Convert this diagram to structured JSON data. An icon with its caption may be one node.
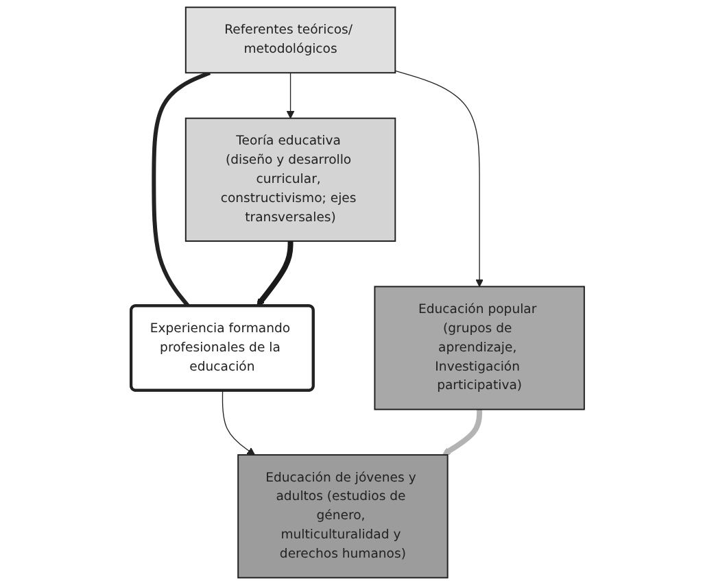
{
  "diagram": {
    "nodes": [
      {
        "text": [
          "Referentes teóricos/ metodológicos"
        ]
      },
      {
        "text": [
          "Teoría educativa (diseño y desarrollo curricular, constructivismo; ejes transversales)"
        ]
      },
      {
        "text": [
          "Experiencia formando profesionales de la educación"
        ]
      },
      {
        "text": [
          "Educación popular (grupos de aprendizaje, Investigación participativa)"
        ]
      },
      {
        "text": [
          "Educación de jóvenes y adultos (estudios de género, multiculturalidad y derechos humanos)"
        ]
      }
    ],
    "edges": [
      {
        "from": 0,
        "to": 1,
        "arrow": "to"
      },
      {
        "from": 0,
        "to": 2,
        "arrow": "none",
        "style": "thick"
      },
      {
        "from": 0,
        "to": 3,
        "arrow": "to"
      },
      {
        "from": 1,
        "to": 2,
        "arrow": "to",
        "style": "thick",
        "color": "#1a1a1a"
      },
      {
        "from": 2,
        "to": 4,
        "arrow": "to"
      },
      {
        "from": 3,
        "to": 4,
        "arrow": "to",
        "style": "thick",
        "color": "#b3b3b3"
      }
    ]
  }
}
